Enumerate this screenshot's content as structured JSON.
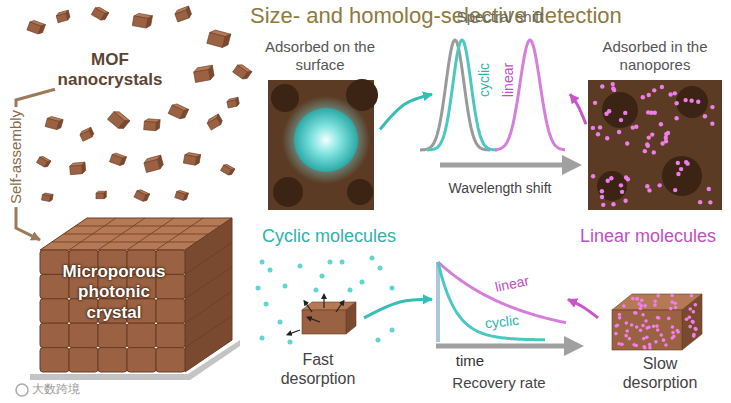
{
  "diagram": {
    "title": "Size- and homolog-selective detection",
    "nodes": [
      {
        "text": [
          "MOF nanocrystals"
        ]
      },
      {
        "text": [
          "Microporous photonic crystal"
        ]
      },
      {
        "text": [
          "Adsorbed on the surface"
        ]
      },
      {
        "text": [
          "Spectral shift",
          "cyclic",
          "linear",
          "Wavelength shift"
        ]
      },
      {
        "text": [
          "Adsorbed in the nanopores"
        ]
      },
      {
        "text": [
          "Fast desorption"
        ]
      },
      {
        "text": [
          "linear",
          "cyclic",
          "time",
          "Recovery rate"
        ]
      },
      {
        "text": [
          "Slow desorption"
        ]
      }
    ],
    "edges": [
      {
        "from": 0,
        "to": 1,
        "label": "Self-assembly",
        "arrow": "to"
      },
      {
        "from": 2,
        "to": 3,
        "arrow": "to"
      },
      {
        "from": 4,
        "to": 3,
        "arrow": "to"
      },
      {
        "from": 5,
        "to": 6,
        "arrow": "to"
      },
      {
        "from": 7,
        "to": 6,
        "arrow": "to"
      }
    ],
    "labels": [
      "Cyclic molecules",
      "Linear molecules",
      "大数跨境"
    ]
  }
}
